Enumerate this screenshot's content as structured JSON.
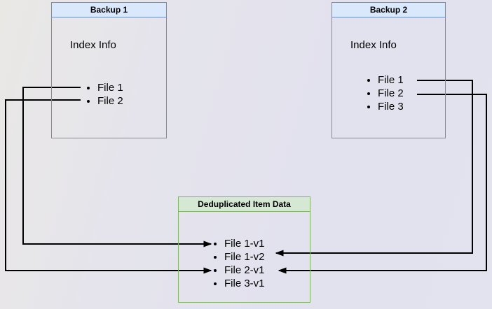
{
  "colors": {
    "blue_border": "#6c8ebf",
    "blue_fill": "#dae8fc",
    "green_border": "#82b366",
    "green_fill": "#d5e8d4",
    "line": "#000000",
    "text": "#000000"
  },
  "backup1": {
    "title": "Backup 1",
    "subtitle": "Index Info",
    "items": [
      "File 1",
      "File 2"
    ]
  },
  "backup2": {
    "title": "Backup 2",
    "subtitle": "Index Info",
    "items": [
      "File 1",
      "File 2",
      "File 3"
    ]
  },
  "dedup": {
    "title": "Deduplicated Item Data",
    "items": [
      "File 1-v1",
      "File 1-v2",
      "File 2-v1",
      "File 3-v1"
    ]
  },
  "connections": [
    {
      "from": "Backup 1 / File 1",
      "to": "Deduplicated Item Data / File 1-v1"
    },
    {
      "from": "Backup 1 / File 2",
      "to": "Deduplicated Item Data / File 2-v1"
    },
    {
      "from": "Backup 2 / File 1",
      "to": "Deduplicated Item Data / File 1-v2"
    },
    {
      "from": "Backup 2 / File 2",
      "to": "Deduplicated Item Data / File 2-v1"
    }
  ]
}
